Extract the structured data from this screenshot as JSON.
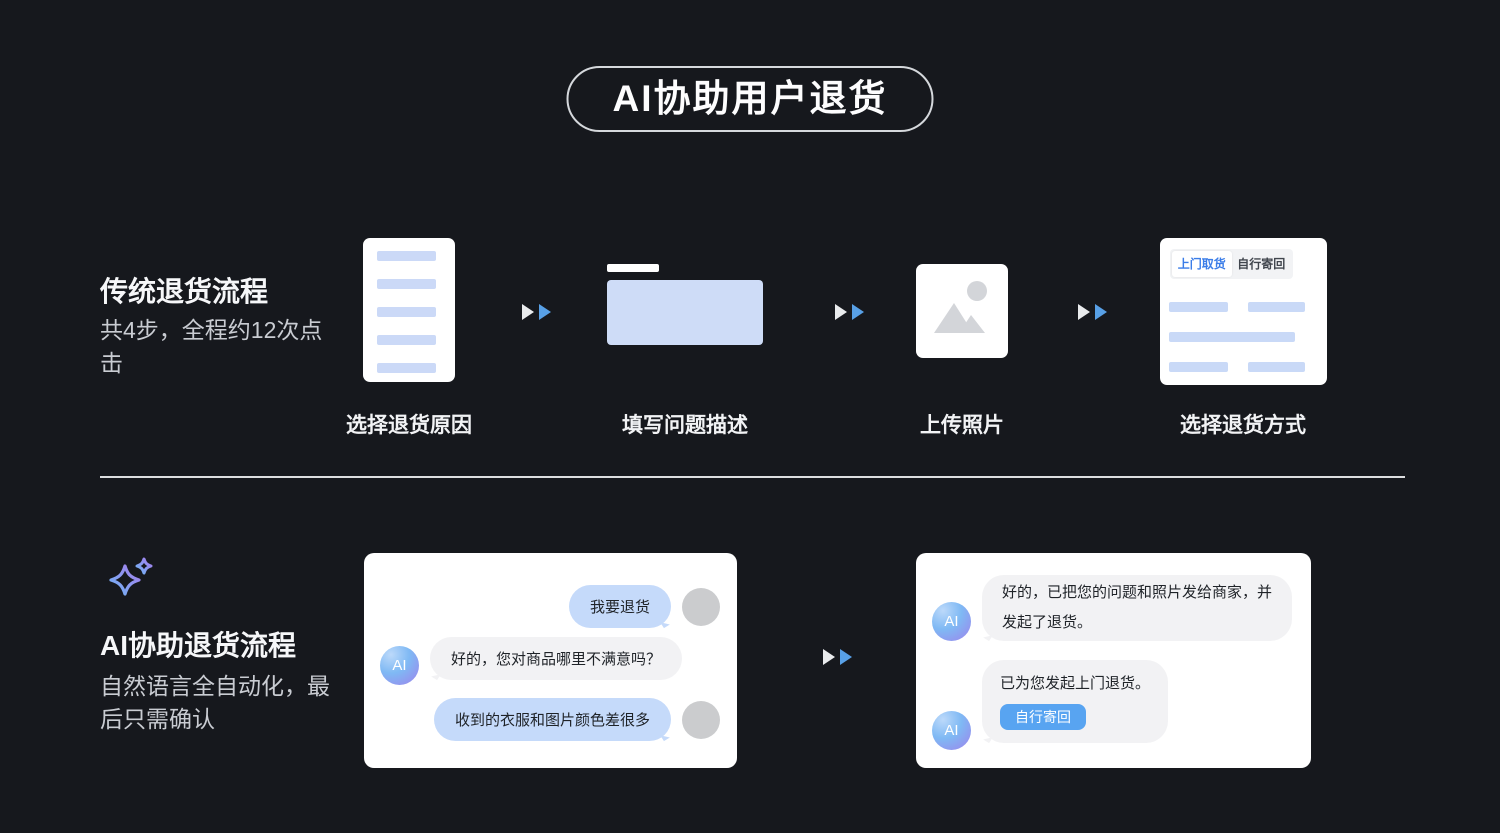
{
  "title": "AI协助用户退货",
  "colors": {
    "background": "#16181D",
    "accent_blue": "#58A4F1",
    "bar_blue": "#CBD9F7",
    "bubble_user": "#C5DAFA",
    "bubble_ai": "#F2F2F4",
    "tab_active_text": "#3B7DE8"
  },
  "traditional": {
    "heading": "传统退货流程",
    "subheading": "共4步，全程约12次点击",
    "steps": [
      {
        "label": "选择退货原因"
      },
      {
        "label": "填写问题描述"
      },
      {
        "label": "上传照片"
      },
      {
        "label": "选择退货方式",
        "tabs": [
          "上门取货",
          "自行寄回"
        ]
      }
    ]
  },
  "ai_flow": {
    "heading": "AI协助退货流程",
    "subheading": "自然语言全自动化，最后只需确认",
    "avatar_label": "AI",
    "chat1": {
      "messages": [
        {
          "role": "user",
          "text": "我要退货"
        },
        {
          "role": "ai",
          "text": "好的，您对商品哪里不满意吗？"
        },
        {
          "role": "user",
          "text": "收到的衣服和图片颜色差很多"
        }
      ]
    },
    "chat2": {
      "messages": [
        {
          "role": "ai",
          "text": "好的，已把您的问题和照片发给商家，并\n发起了退货。"
        },
        {
          "role": "ai",
          "text": "已为您发起上门退货。",
          "button": "自行寄回"
        }
      ]
    }
  }
}
